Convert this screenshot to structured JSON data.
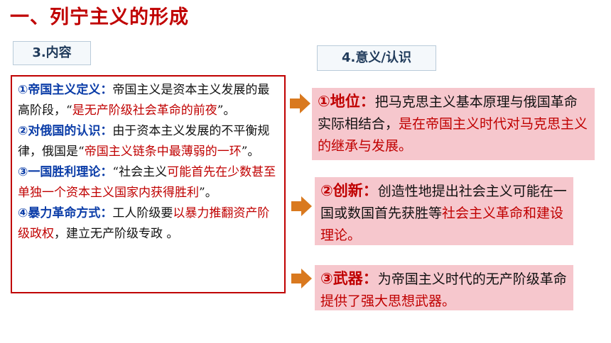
{
  "title": "一、列宁主义的形成",
  "label_content": "3.内容",
  "label_significance": "4.意义/认识",
  "left": {
    "p1": {
      "key": "①帝国主义定义：",
      "t1": "帝国主义是资本主义发展的最高阶段，“",
      "r1": "是无产阶级社会革命的前夜",
      "t2": "”。"
    },
    "p2": {
      "key": "②对俄国的认识：",
      "t1": "由于资本主义发展的不平衡规律，俄国是“",
      "r1": "帝国主义链条中最薄弱的一环",
      "t2": "”。"
    },
    "p3": {
      "key": "③一国胜利理论：",
      "t1": "“社会主义",
      "r1": "可能首先在少数甚至单独一个资本主义国家内获得胜利",
      "t2": "”。"
    },
    "p4": {
      "key": "④暴力革命方式：",
      "t1": "工人阶级要",
      "r1": "以暴力推翻资产阶级政权",
      "t2": "，建立无产阶级专政 。"
    }
  },
  "right": {
    "c1": {
      "key": "①地位：",
      "t1": "把马克思主义基本原理与俄国革命实际相结合，",
      "r1": "是在帝国主义时代对马克思主义的继承与发展。"
    },
    "c2": {
      "key": "②创新：",
      "t1": "创造性地提出社会主义可能在一国或数国首先获胜等",
      "r1": "社会主义革命和建设理论。"
    },
    "c3": {
      "key": "③武器：",
      "t1": "为帝国主义时代的无产阶级革命",
      "r1": "提供了强大思想武器。"
    }
  },
  "colors": {
    "accent_red": "#c00000",
    "keyword_blue": "#0b3da8",
    "card_pink": "#f6c7cd",
    "arrow_orange": "#d9791f"
  }
}
